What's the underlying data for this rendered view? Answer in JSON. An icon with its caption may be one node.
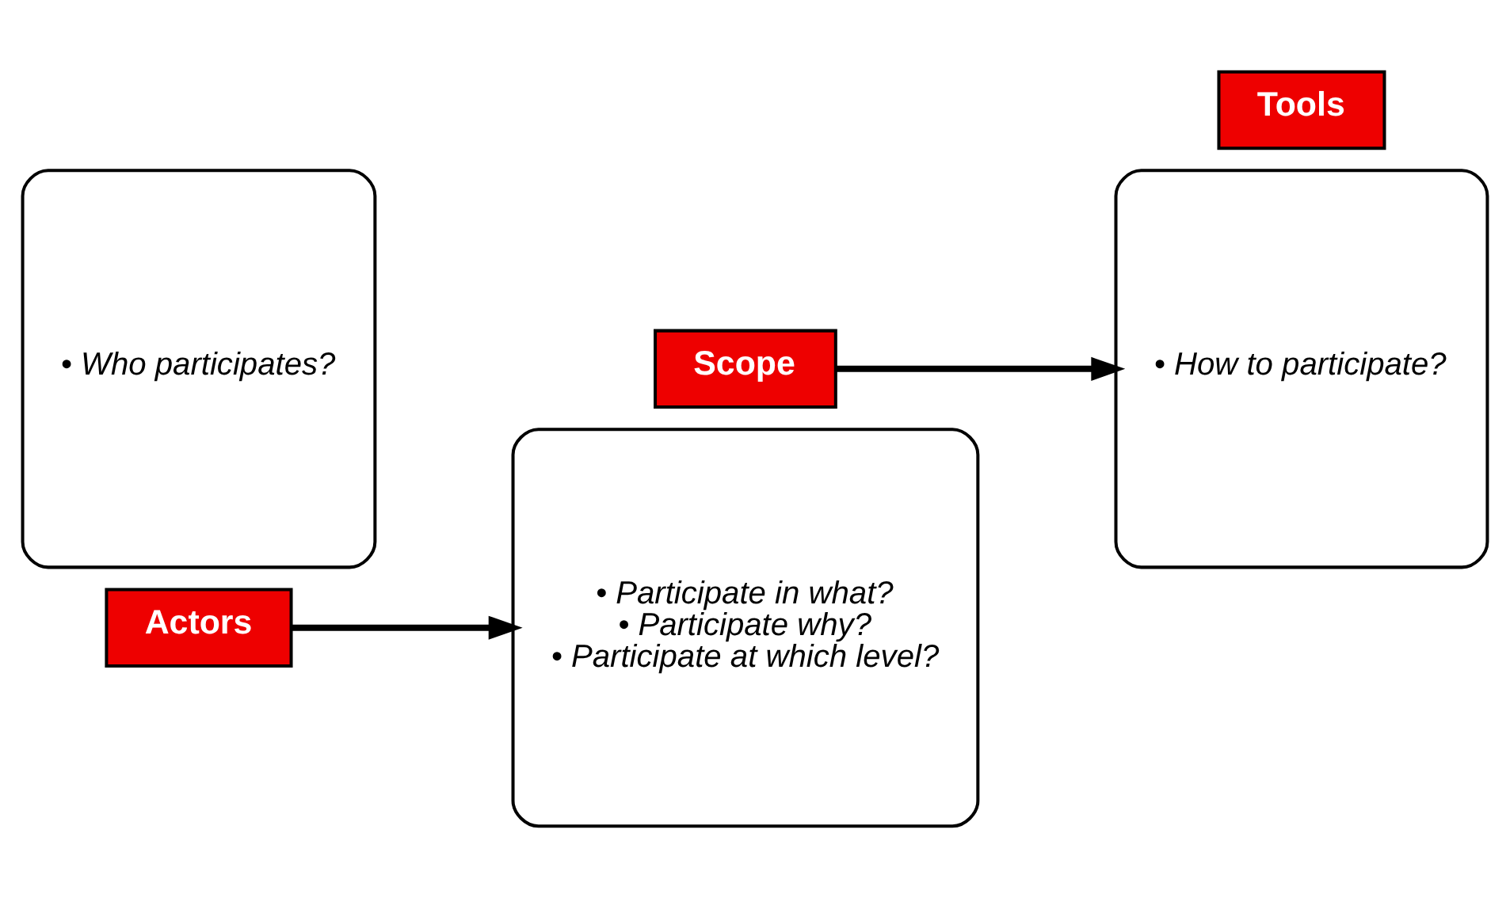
{
  "diagram": {
    "nodes": [
      {
        "text": [
          "Actors"
        ]
      },
      {
        "text": [
          "• Who participates?"
        ]
      },
      {
        "text": [
          "Scope"
        ]
      },
      {
        "text": [
          "• Participate in what?",
          "• Participate why?",
          "• Participate at which level?"
        ]
      },
      {
        "text": [
          "Tools"
        ]
      },
      {
        "text": [
          "• How to participate?"
        ]
      }
    ],
    "edges": [
      {
        "from": 0,
        "to": 3,
        "arrow": "to"
      },
      {
        "from": 2,
        "to": 5,
        "arrow": "to"
      }
    ]
  }
}
